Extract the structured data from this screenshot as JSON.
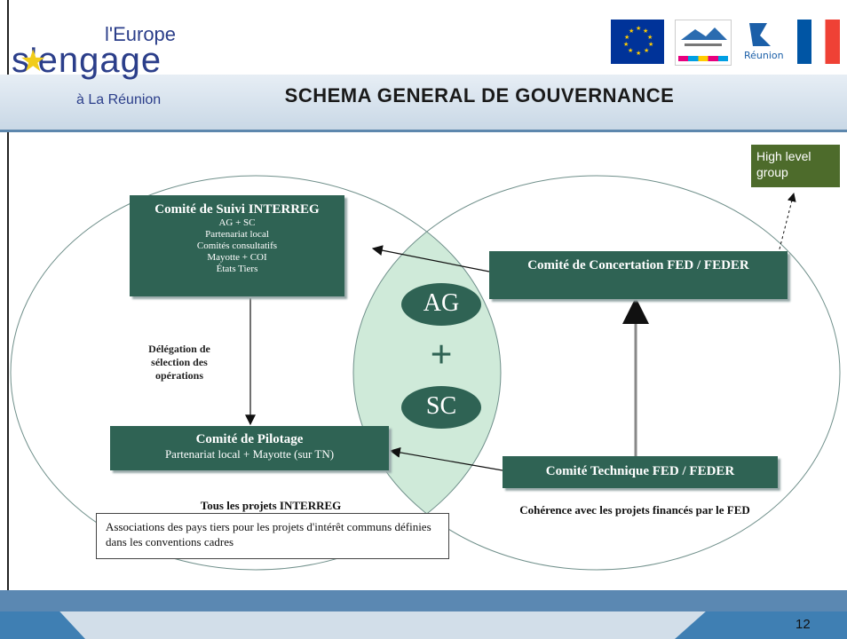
{
  "header": {
    "title": "SCHEMA GENERAL DE GOUVERNANCE",
    "logo": {
      "line1": "l'Europe",
      "line2": "s'engage",
      "line3": "à La Réunion"
    },
    "partner_logos": [
      "union-europeenne-flag",
      "region-reunion-logo",
      "departement-reunion-logo",
      "republique-francaise-logo"
    ]
  },
  "diagram": {
    "high_level_group": "High level group",
    "center": {
      "top": "AG",
      "plus": "+",
      "bottom": "SC"
    },
    "comite_suivi": {
      "title": "Comité de Suivi INTERREG",
      "lines": [
        "AG + SC",
        "Partenariat local",
        "Comités consultatifs",
        "Mayotte + COI",
        "États Tiers"
      ]
    },
    "comite_concertation": {
      "title": "Comité de Concertation FED / FEDER"
    },
    "comite_pilotage": {
      "title": "Comité de Pilotage",
      "subtitle": "Partenariat local + Mayotte (sur TN)"
    },
    "comite_technique": {
      "title": "Comité Technique FED / FEDER"
    },
    "delegation_label": "Délégation de sélection des opérations",
    "left_caption": "Tous les projets INTERREG",
    "right_caption": "Cohérence avec les projets financés par le FED",
    "note": "Associations des pays tiers pour les projets d'intérêt communs définies dans les conventions cadres"
  },
  "footer": {
    "page_number": "12"
  },
  "colors": {
    "box": "#2f6354",
    "hlg": "#4d6b2b",
    "overlap": "#cfead9",
    "title_band": "#c9d8e6"
  }
}
